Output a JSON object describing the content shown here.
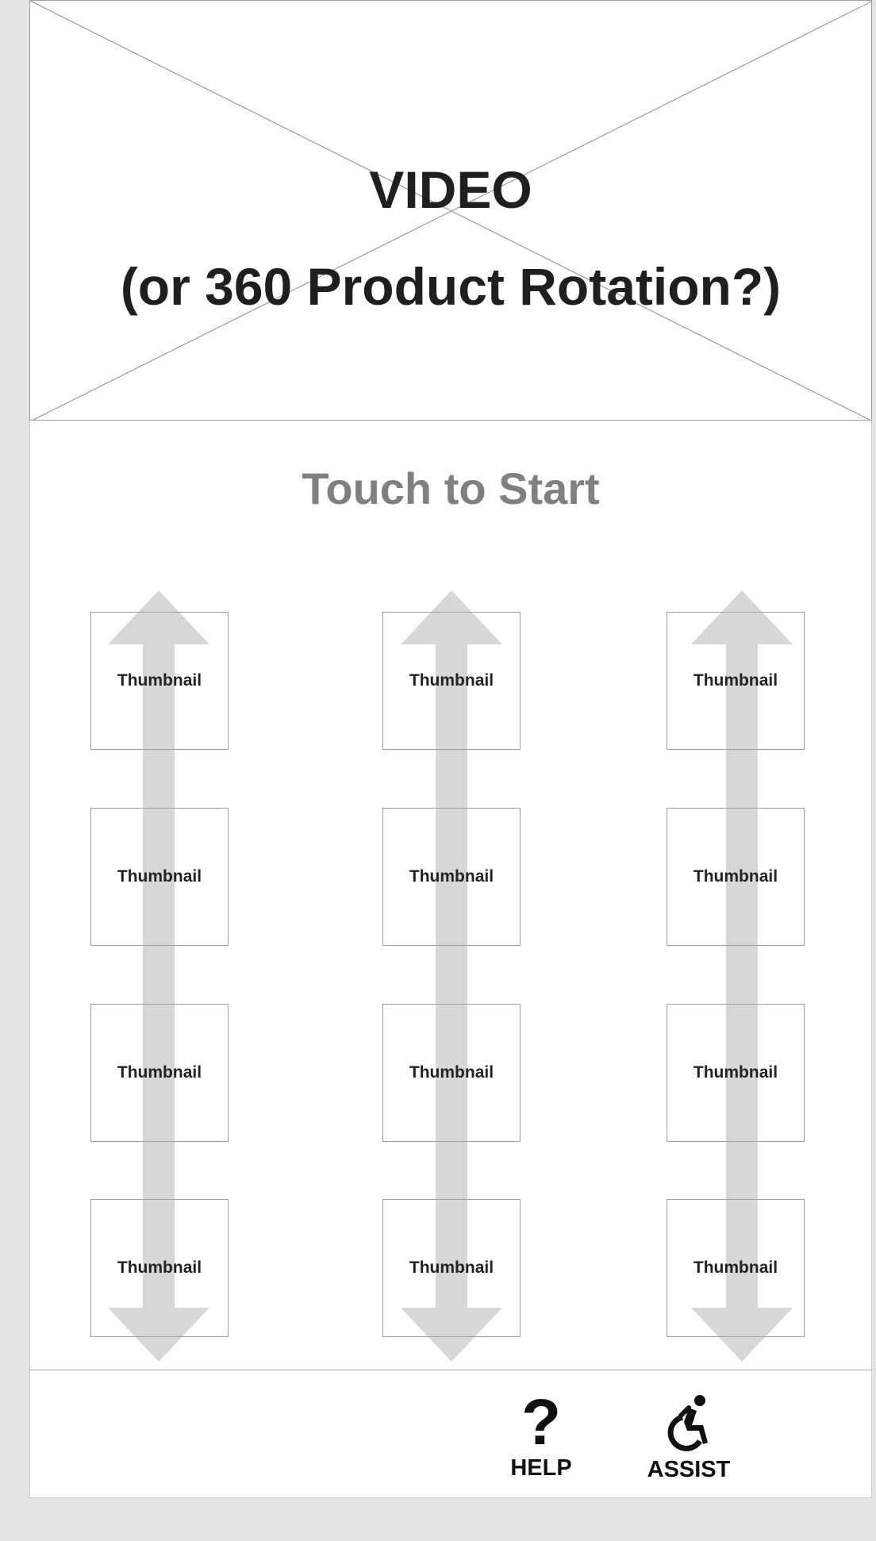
{
  "video": {
    "title": "VIDEO",
    "subtitle": "(or 360 Product Rotation?)"
  },
  "touch_prompt": "Touch to Start",
  "thumbnails": {
    "label": "Thumbnail"
  },
  "footer": {
    "help_label": "HELP",
    "assist_label": "ASSIST"
  },
  "colors": {
    "background": "#e5e3e4",
    "arrow": "#d8d6d7",
    "touch_text": "#808080"
  }
}
